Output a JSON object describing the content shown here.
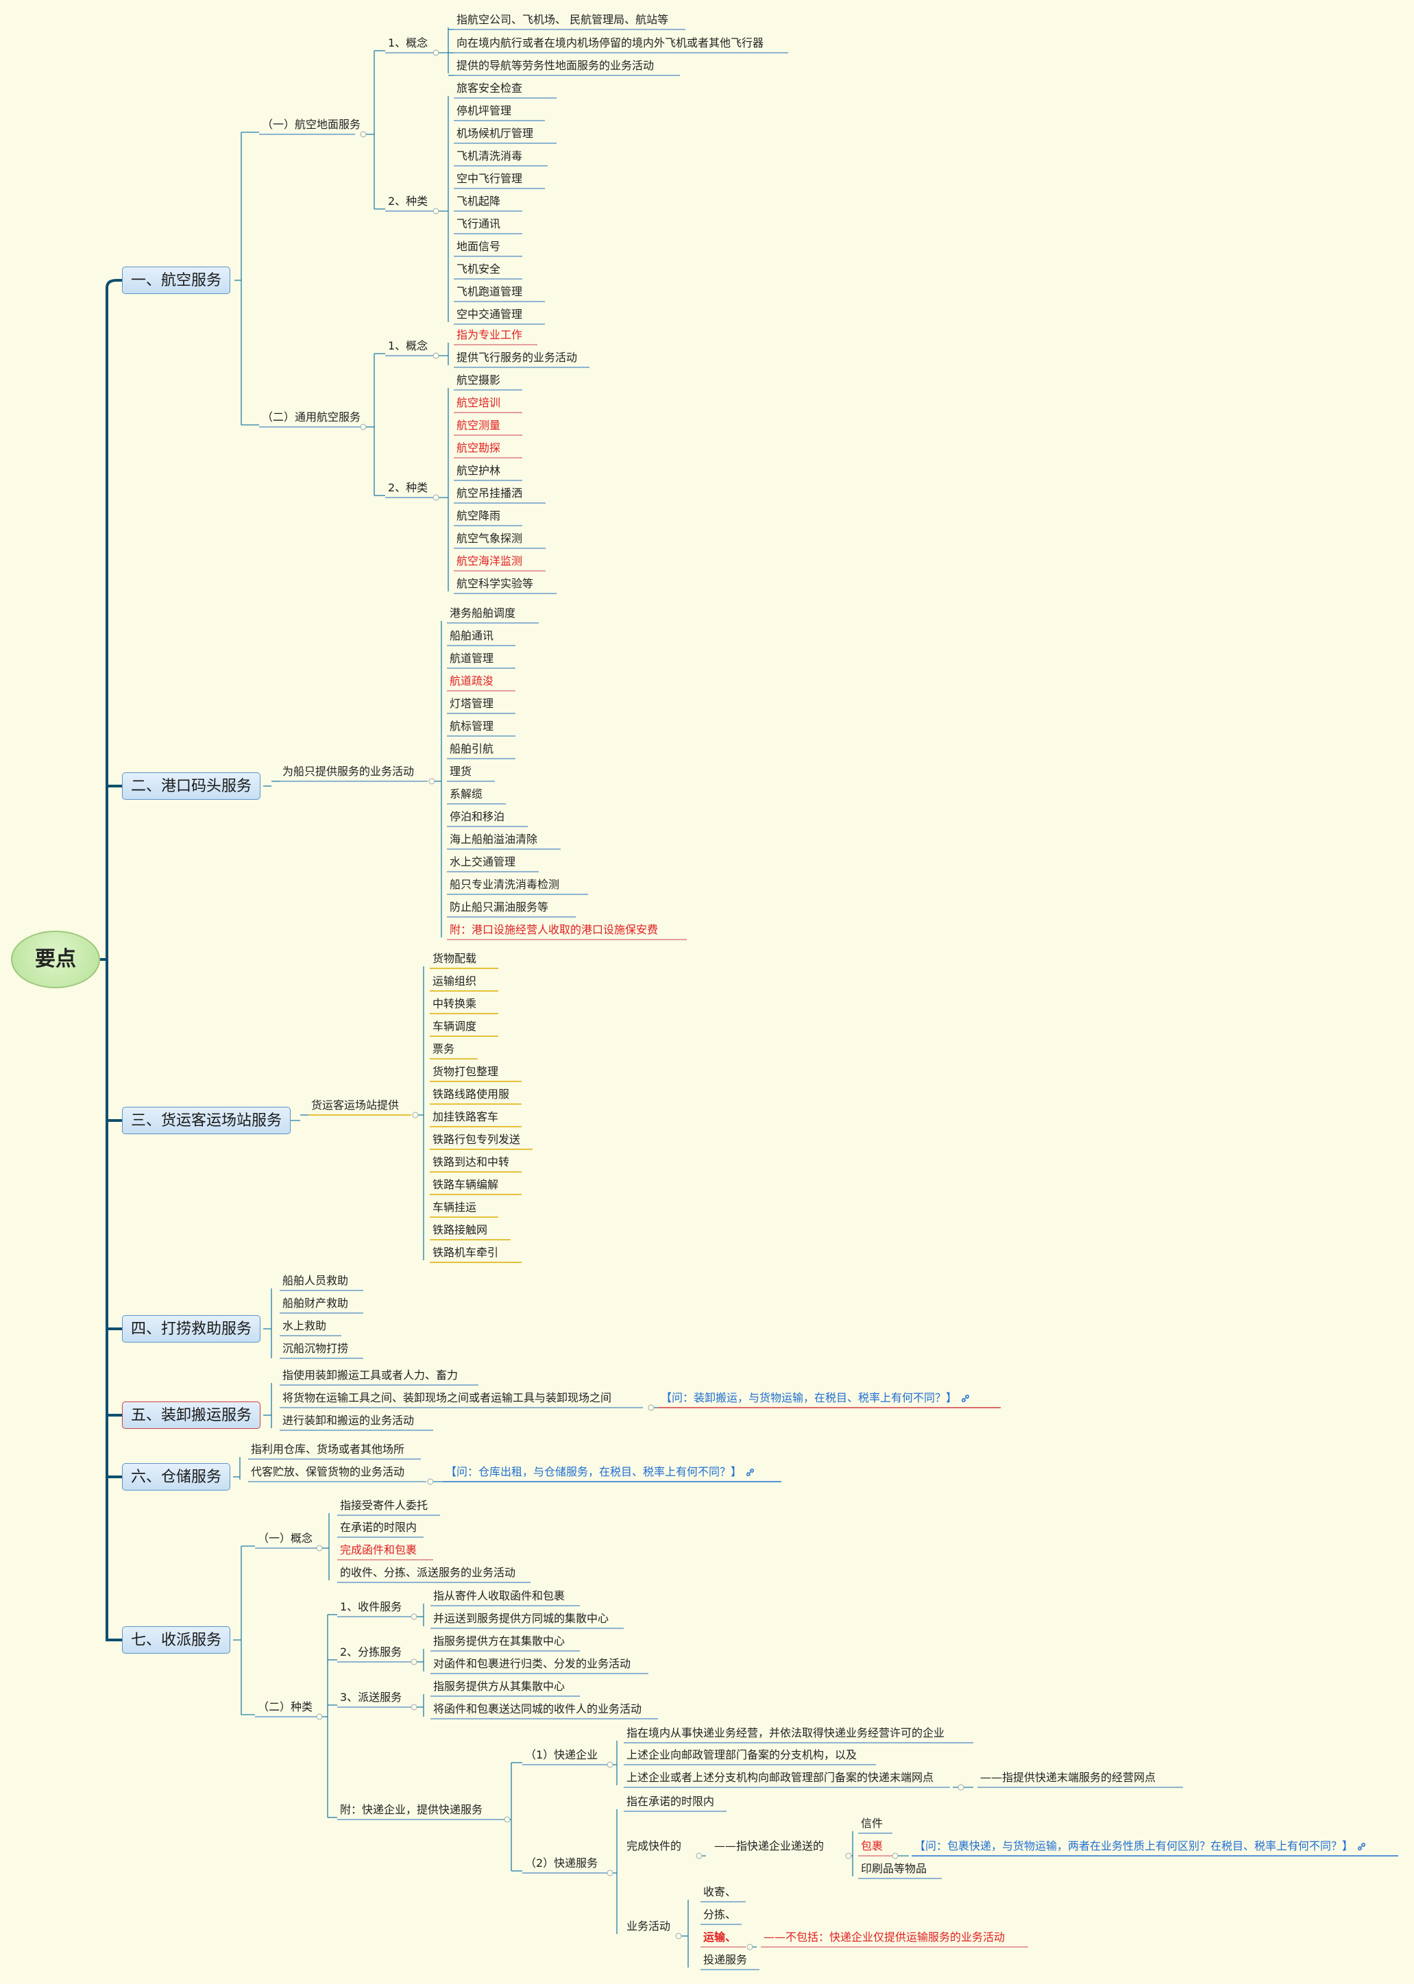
{
  "central": "要点",
  "topics": {
    "t1": "一、航空服务",
    "t2": "二、港口码头服务",
    "t3": "三、货运客运场站服务",
    "t4": "四、打捞救助服务",
    "t5": "五、装卸搬运服务",
    "t6": "六、仓储服务",
    "t7": "七、收派服务"
  },
  "aviation": {
    "ground": "（一）航空地面服务",
    "ground_concept": "1、概念",
    "ground_concept_items": [
      "指航空公司、飞机场、 民航管理局、航站等",
      "向在境内航行或者在境内机场停留的境内外飞机或者其他飞行器",
      "提供的导航等劳务性地面服务的业务活动"
    ],
    "ground_types": "2、种类",
    "ground_type_items": [
      "旅客安全检查",
      "停机坪管理",
      "机场候机厅管理",
      "飞机清洗消毒",
      "空中飞行管理",
      "飞机起降",
      "飞行通讯",
      "地面信号",
      "飞机安全",
      "飞机跑道管理",
      "空中交通管理"
    ],
    "general": "（二）通用航空服务",
    "general_concept": "1、概念",
    "general_concept_items": [
      "指为专业工作",
      "提供飞行服务的业务活动"
    ],
    "general_types": "2、种类",
    "general_type_items": [
      "航空摄影",
      "航空培训",
      "航空测量",
      "航空勘探",
      "航空护林",
      "航空吊挂播洒",
      "航空降雨",
      "航空气象探测",
      "航空海洋监测",
      "航空科学实验等"
    ]
  },
  "port": {
    "branch": "为船只提供服务的业务活动",
    "items": [
      "港务船舶调度",
      "船舶通讯",
      "航道管理",
      "航道疏浚",
      "灯塔管理",
      "航标管理",
      "船舶引航",
      "理货",
      "系解缆",
      "停泊和移泊",
      "海上船舶溢油清除",
      "水上交通管理",
      "船只专业清洗消毒检测",
      "防止船只漏油服务等",
      "附：港口设施经营人收取的港口设施保安费"
    ]
  },
  "station": {
    "branch": "货运客运场站提供",
    "items": [
      "货物配载",
      "运输组织",
      "中转换乘",
      "车辆调度",
      "票务",
      "货物打包整理",
      "铁路线路使用服",
      "加挂铁路客车",
      "铁路行包专列发送",
      "铁路到达和中转",
      "铁路车辆编解",
      "车辆挂运",
      "铁路接触网",
      "铁路机车牵引"
    ]
  },
  "salvage": {
    "items": [
      "船舶人员救助",
      "船舶财产救助",
      "水上救助",
      "沉船沉物打捞"
    ]
  },
  "loading": {
    "items": [
      "指使用装卸搬运工具或者人力、畜力",
      "将货物在运输工具之间、装卸现场之间或者运输工具与装卸现场之间",
      "进行装卸和搬运的业务活动"
    ],
    "question": "【问：装卸搬运，与货物运输，在税目、税率上有何不同？】"
  },
  "storage": {
    "items": [
      "指利用仓库、货场或者其他场所",
      "代客贮放、保管货物的业务活动"
    ],
    "question": "【问：仓库出租，与仓储服务，在税目、税率上有何不同？】"
  },
  "dispatch": {
    "concept": "（一）概念",
    "concept_items": [
      "指接受寄件人委托",
      "在承诺的时限内",
      "完成函件和包裹",
      "的收件、分拣、派送服务的业务活动"
    ],
    "types": "（二）种类",
    "collect": "1、收件服务",
    "collect_items": [
      "指从寄件人收取函件和包裹",
      "并运送到服务提供方同城的集散中心"
    ],
    "sort": "2、分拣服务",
    "sort_items": [
      "指服务提供方在其集散中心",
      "对函件和包裹进行归类、分发的业务活动"
    ],
    "deliver": "3、派送服务",
    "deliver_items": [
      "指服务提供方从其集散中心",
      "将函件和包裹送达同城的收件人的业务活动"
    ],
    "annex": "附：快递企业，提供快递服务",
    "express_company": "（1）快递企业",
    "express_company_items": [
      "指在境内从事快递业务经营，并依法取得快递业务经营许可的企业",
      "上述企业向邮政管理部门备案的分支机构，以及",
      "上述企业或者上述分支机构向邮政管理部门备案的快递末端网点"
    ],
    "terminal_note": "——指提供快递末端服务的经营网点",
    "express_service": "（2）快递服务",
    "promise": "指在承诺的时限内",
    "complete": "完成快件的",
    "mail_note": "——指快递企业递送的",
    "mail_items": [
      "信件",
      "包裹",
      "印刷品等物品"
    ],
    "parcel_question": "【问：包裹快递，与货物运输，两者在业务性质上有何区别？在税目、税率上有何不同？】",
    "business": "业务活动",
    "business_items": [
      "收寄、",
      "分拣、",
      "运输、",
      "投递服务"
    ],
    "transport_note": "——不包括：快递企业仅提供运输服务的业务活动"
  },
  "colors": {
    "wire": "#1f7faa",
    "topic_border": "#5a94c8",
    "loading_border": "#d23b3b",
    "dark": "#0e4f6e"
  }
}
